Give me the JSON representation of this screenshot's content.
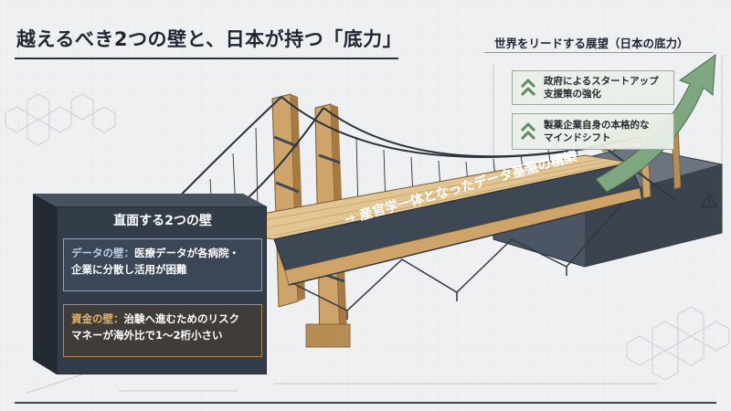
{
  "title": "越えるべき2つの壁と、日本が持つ「底力」",
  "bridge": {
    "banner": "→ 産官学一体となったデータ基盤の構築"
  },
  "vision": {
    "title": "世界をリードする展望（日本の底力）",
    "items": [
      {
        "lines": [
          "政府によるスタートアップ",
          "支援策の強化"
        ],
        "icon": "double-chevron-up-icon"
      },
      {
        "lines": [
          "製薬企業自身の本格的な",
          "マインドシフト"
        ],
        "icon": "double-chevron-up-icon"
      }
    ]
  },
  "walls": {
    "title": "直面する2つの壁",
    "items": [
      {
        "head": "データの壁：",
        "line1": "医療データが各病院・",
        "line2": "企業に分散し活用が困難"
      },
      {
        "head": "資金の壁：",
        "line1": "治験へ進むためのリスク",
        "line2": "マネーが海外比で1〜2桁小さい"
      }
    ]
  },
  "colors": {
    "wood": "#cfa46a",
    "wood_dark": "#a57b43",
    "steel": "#3e4855",
    "panel": "#333c49",
    "accent_green": "#7fa77f",
    "data_accent": "#bcd0e6",
    "money_accent": "#e7b466"
  }
}
